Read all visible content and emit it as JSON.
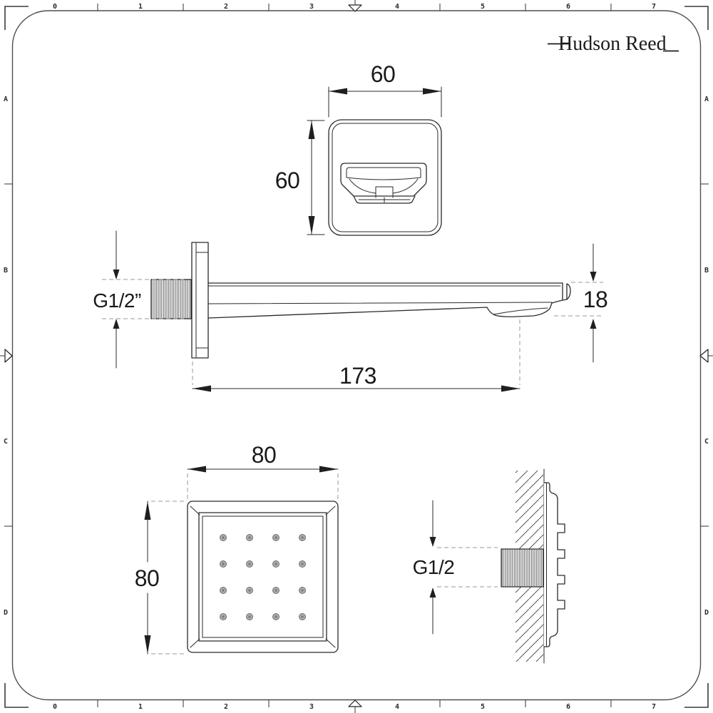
{
  "brand": {
    "name": "Hudson Reed"
  },
  "rulers": {
    "top": [
      "0",
      "1",
      "2",
      "3",
      "4",
      "5",
      "6",
      "7"
    ],
    "bottom": [
      "0",
      "1",
      "2",
      "3",
      "4",
      "5",
      "6",
      "7"
    ],
    "left": [
      "A",
      "B",
      "C",
      "D"
    ],
    "right": [
      "A",
      "B",
      "C",
      "D"
    ]
  },
  "dimensions": {
    "handle_plate": {
      "width": "60",
      "height": "60"
    },
    "spout": {
      "inlet_thread": "G1/2”",
      "tip_height": "18",
      "length": "173"
    },
    "body_jet_front": {
      "width": "80",
      "height": "80"
    },
    "body_jet_side": {
      "thread": "G1/2"
    }
  },
  "colors": {
    "line": "#2a2a2a",
    "frame_border": "#4f4f4f",
    "dashed": "#9a9a9a",
    "text": "#1a1a1a",
    "nozzle_fill": "#adadad",
    "nozzle_ring": "#6e6e6e"
  }
}
